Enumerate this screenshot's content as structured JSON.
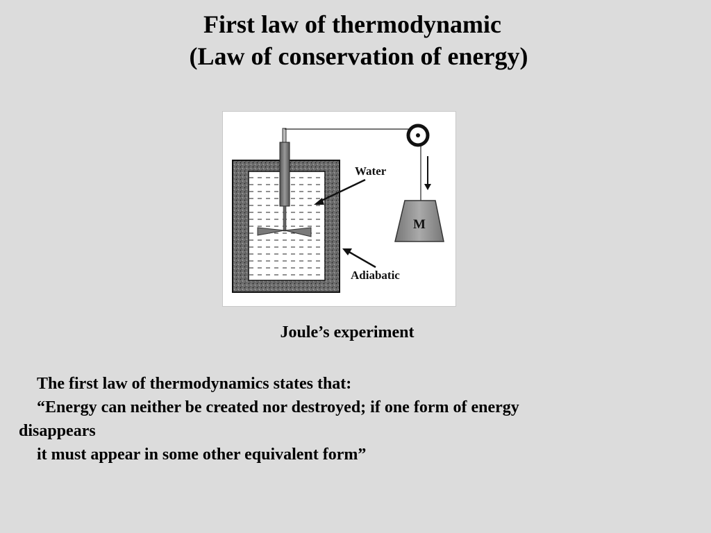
{
  "title": {
    "line1": "First law of thermodynamic ",
    "line2": " (Law of conservation of energy)"
  },
  "figure": {
    "label_water": "Water",
    "label_adiabatic": "Adiabatic",
    "label_mass": "M",
    "caption": "Joule’s experiment"
  },
  "body": {
    "line1": "The first law of thermodynamics states that:",
    "line2": "“Energy can neither be created nor destroyed; if one form of energy",
    "line3": "disappears",
    "line4": "it must appear in some other equivalent form”"
  }
}
